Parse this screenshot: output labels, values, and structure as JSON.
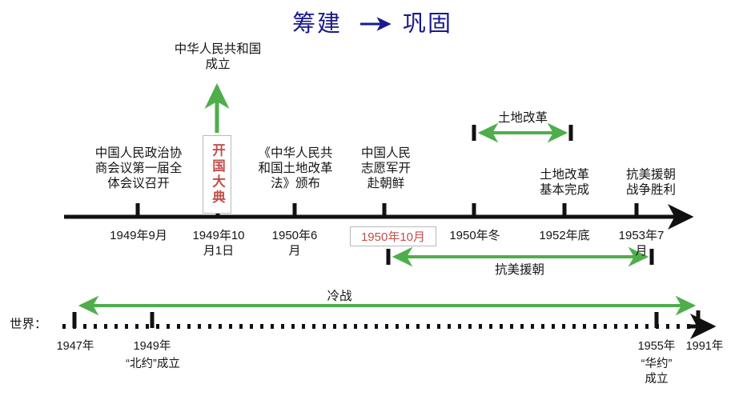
{
  "title": {
    "left_text": "筹建",
    "right_text": "巩固",
    "arrow_icon": "right-arrow-icon",
    "color": "#1a1a8c"
  },
  "colors": {
    "green": "#4fae4c",
    "green_light": "#6fc06b",
    "red": "#c0504d",
    "axis": "#111111",
    "box_border": "#b9b9b9",
    "title_blue": "#1a1a8c"
  },
  "callout": {
    "label": "中华人民共和国成立",
    "arrow_icon": "up-arrow-icon"
  },
  "china_timeline": {
    "axis_icon": "right-arrow-axis",
    "events": [
      {
        "label": "中国人民政治协\n商会议第一届全\n体会议召开",
        "date": "1949年9月",
        "highlight": false
      },
      {
        "label": "开国大典",
        "date": "1949年10\n月1日",
        "highlight": true,
        "boxed_label": true
      },
      {
        "label": "《中华人民共\n和国土地改革\n法》颁布",
        "date": "1950年6\n月",
        "highlight": false
      },
      {
        "label": "中国人民\n志愿军开\n赴朝鲜",
        "date": "1950年10月",
        "highlight": true,
        "boxed_date": true
      },
      {
        "label": "",
        "date": "1950年冬",
        "highlight": false
      },
      {
        "label": "土地改革\n基本完成",
        "date": "1952年底",
        "highlight": false
      },
      {
        "label": "抗美援朝\n战争胜利",
        "date": "1953年7\n月",
        "highlight": false
      }
    ],
    "spans": [
      {
        "label": "土地改革",
        "position": "above-axis",
        "arrow_icon": "double-arrow-icon"
      },
      {
        "label": "抗美援朝",
        "position": "below-axis",
        "arrow_icon": "double-arrow-icon"
      }
    ]
  },
  "world_timeline": {
    "prefix": "世界：",
    "axis_style": "dotted",
    "axis_icon": "right-arrow-axis",
    "span": {
      "label": "冷战",
      "arrow_icon": "double-arrow-icon"
    },
    "events": [
      {
        "date": "1947年",
        "note": ""
      },
      {
        "date": "1949年",
        "note": "“北约”成立"
      },
      {
        "date": "1955年",
        "note": "“华约”\n成立"
      },
      {
        "date": "1991年",
        "note": ""
      }
    ]
  }
}
